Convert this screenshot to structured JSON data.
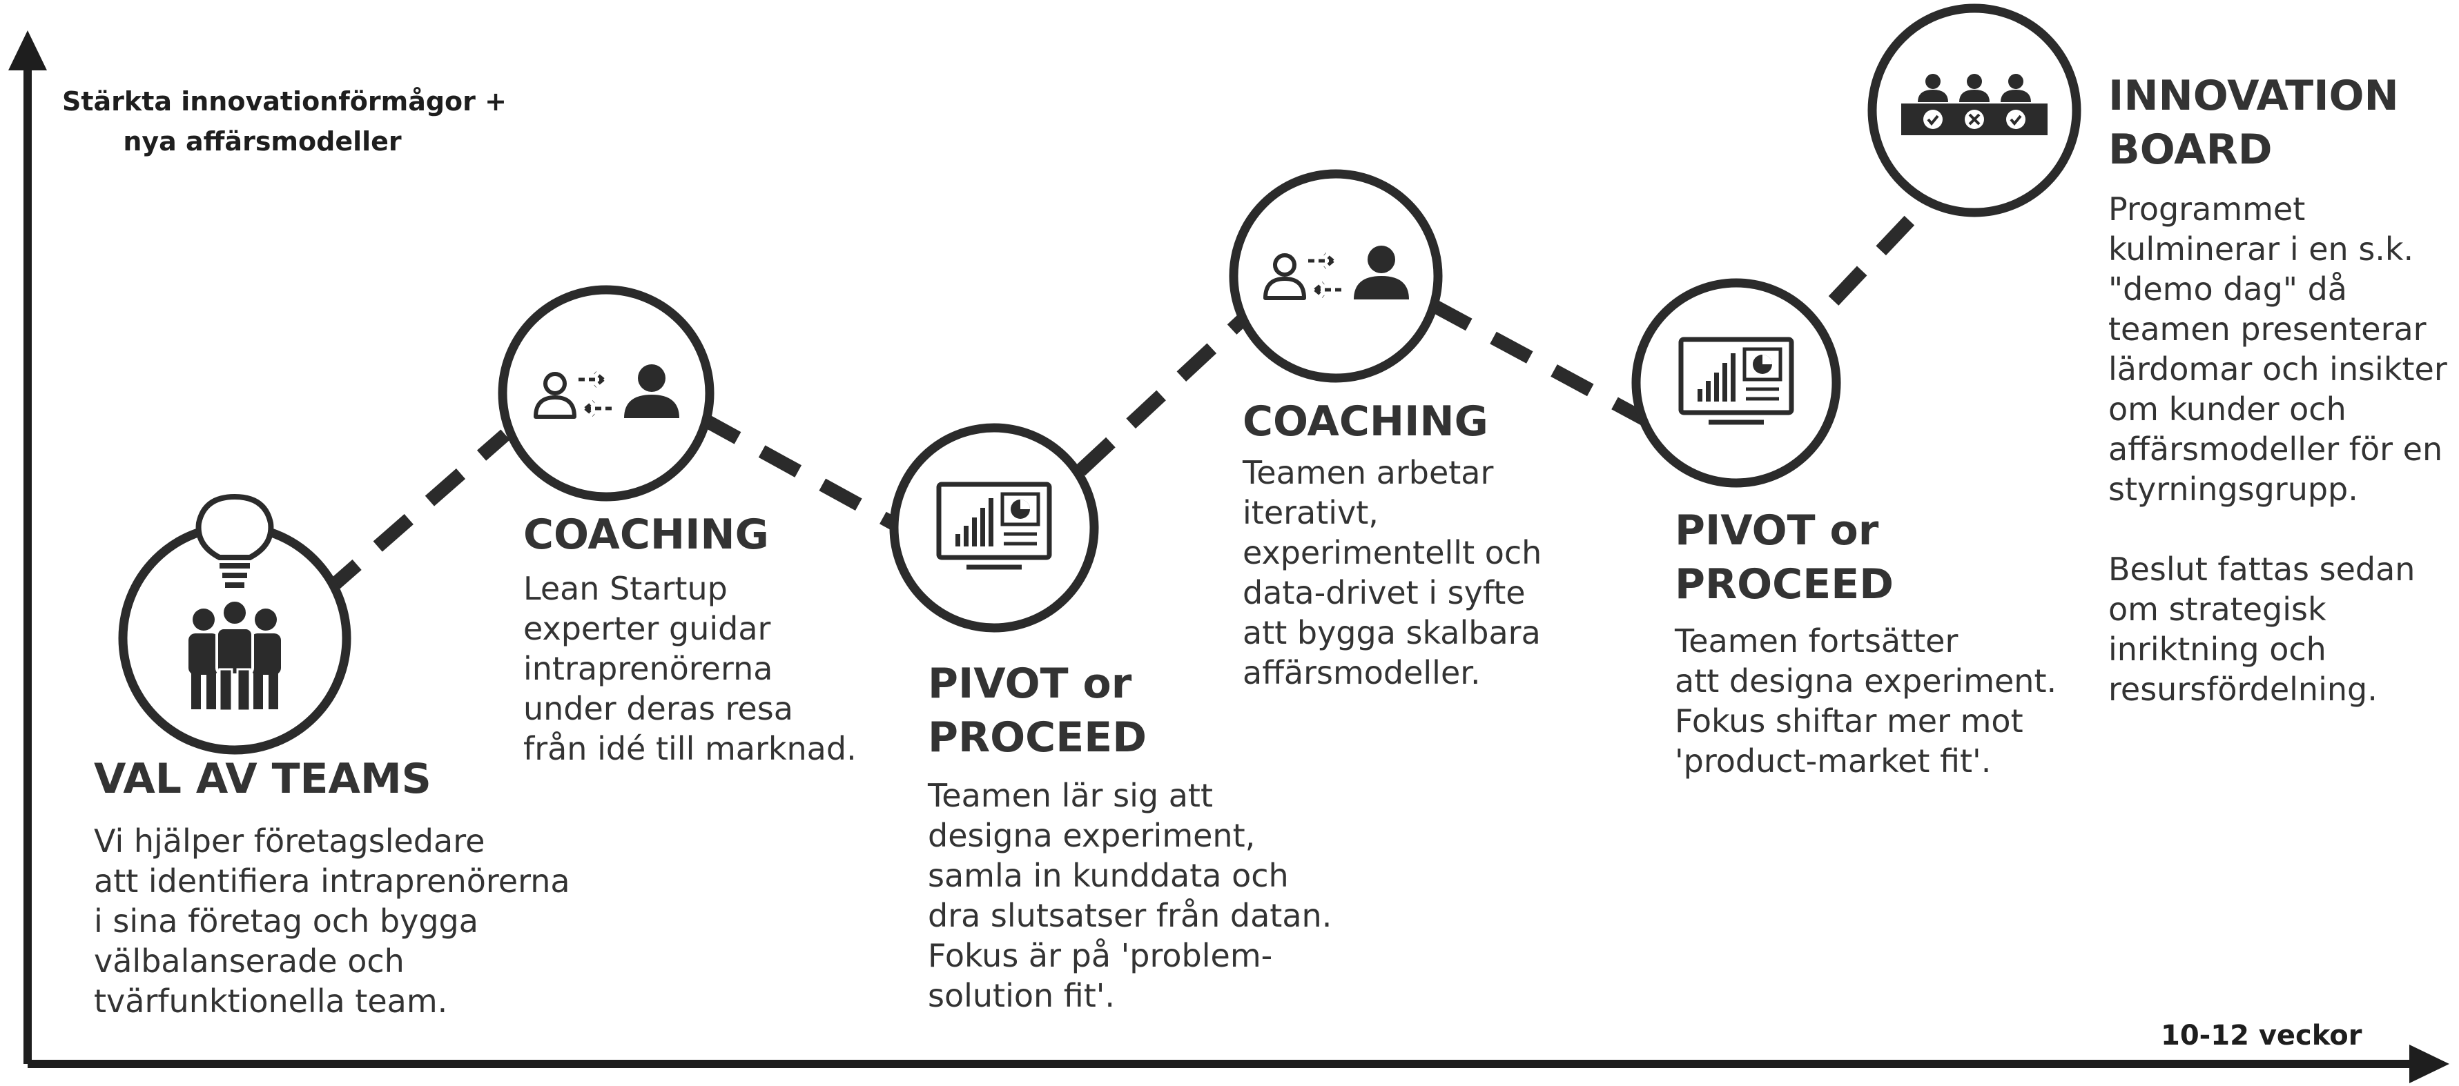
{
  "axes": {
    "y_label": [
      "Stärkta innovationförmågor +",
      "nya affärsmodeller"
    ],
    "x_label": "10-12 veckor"
  },
  "steps": [
    {
      "icon": "team-lightbulb-icon",
      "title": [
        "VAL AV TEAMS"
      ],
      "body": [
        "Vi hjälper företagsledare",
        "att identifiera intraprenörerna",
        "i sina företag och bygga",
        "välbalanserade och",
        "tvärfunktionella team."
      ]
    },
    {
      "icon": "coaching-exchange-icon",
      "title": [
        "COACHING"
      ],
      "body": [
        "Lean Startup",
        "experter guidar",
        "intraprenörerna",
        "under deras resa",
        "från idé till marknad."
      ]
    },
    {
      "icon": "dashboard-chart-icon",
      "title": [
        "PIVOT or",
        "PROCEED"
      ],
      "body": [
        "Teamen lär sig att",
        "designa experiment,",
        "samla in kunddata och",
        "dra slutsatser från datan.",
        "Fokus är på 'problem-",
        "solution fit'."
      ]
    },
    {
      "icon": "coaching-exchange-icon",
      "title": [
        "COACHING"
      ],
      "body": [
        "Teamen arbetar",
        "iterativt,",
        "experimentellt och",
        "data-drivet i syfte",
        "att bygga skalbara",
        "affärsmodeller."
      ]
    },
    {
      "icon": "dashboard-chart-icon",
      "title": [
        "PIVOT or",
        "PROCEED"
      ],
      "body": [
        "Teamen fortsätter",
        "att designa experiment.",
        "Fokus shiftar mer mot",
        "'product-market fit'."
      ]
    },
    {
      "icon": "board-panel-icon",
      "title": [
        "INNOVATION",
        "BOARD"
      ],
      "body": [
        "Programmet",
        "kulminerar i en s.k.",
        "\"demo dag\" då",
        "teamen presenterar",
        "lärdomar och insikter",
        "om kunder och",
        "affärsmodeller för en",
        "styrningsgrupp.",
        "",
        "Beslut fattas sedan",
        "om strategisk",
        "inriktning och",
        "resursfördelning."
      ]
    }
  ],
  "colors": {
    "ink": "#2b2b2b",
    "text": "#333333",
    "background": "#ffffff"
  }
}
